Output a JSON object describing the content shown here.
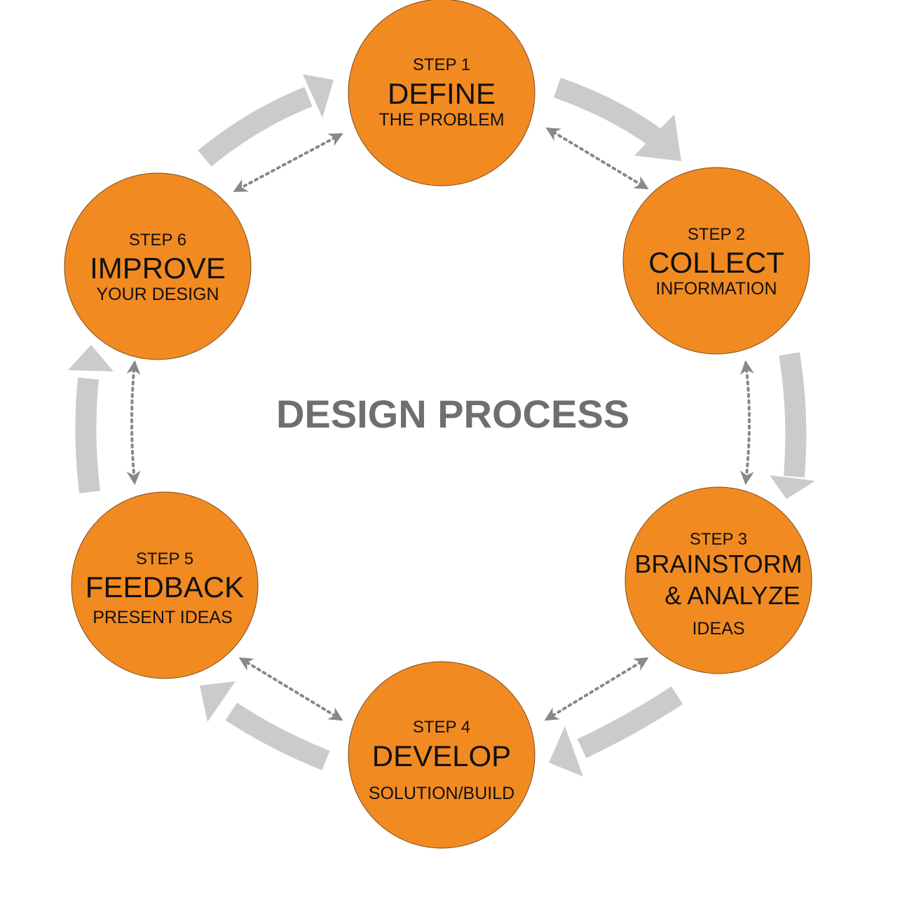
{
  "title": "DESIGN PROCESS",
  "colors": {
    "node": "#f28a22",
    "arrow": "#cbcbcb",
    "connector": "#888888",
    "title": "#6f6f6f"
  },
  "steps": [
    {
      "step": "STEP 1",
      "name": "DEFINE",
      "sub": "THE PROBLEM"
    },
    {
      "step": "STEP 2",
      "name": "COLLECT",
      "sub": "INFORMATION"
    },
    {
      "step": "STEP 3",
      "name": "BRAINSTORM",
      "name2": "& ANALYZE",
      "sub": "IDEAS"
    },
    {
      "step": "STEP 4",
      "name": "DEVELOP",
      "sub": "SOLUTION/BUILD"
    },
    {
      "step": "STEP 5",
      "name": "FEEDBACK",
      "sub": "PRESENT IDEAS"
    },
    {
      "step": "STEP 6",
      "name": "IMPROVE",
      "sub": "YOUR DESIGN"
    }
  ]
}
